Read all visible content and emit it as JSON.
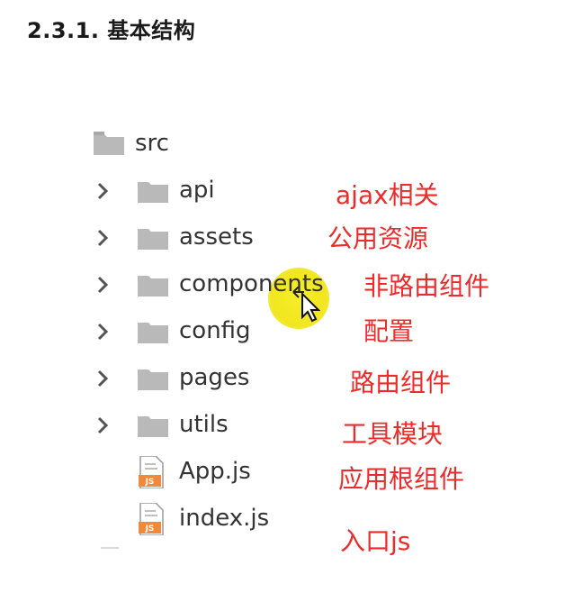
{
  "heading": "2.3.1.  基本结构",
  "root": {
    "label": "src",
    "icon": "folder-icon"
  },
  "items": [
    {
      "label": "api",
      "type": "folder",
      "note": "ajax相关"
    },
    {
      "label": "assets",
      "type": "folder",
      "note": "公用资源"
    },
    {
      "label": "components",
      "type": "folder",
      "note": "非路由组件"
    },
    {
      "label": "config",
      "type": "folder",
      "note": "配置"
    },
    {
      "label": "pages",
      "type": "folder",
      "note": "路由组件"
    },
    {
      "label": "utils",
      "type": "folder",
      "note": "工具模块"
    },
    {
      "label": "App.js",
      "type": "js-file",
      "note": "应用根组件"
    },
    {
      "label": "index.js",
      "type": "js-file",
      "note": "入口js"
    }
  ],
  "js_badge": "JS",
  "colors": {
    "note": "#ee2b2b",
    "folder": "#b7b7b7",
    "js_badge": "#f08a3a",
    "cursor_highlight": "#f1e61f"
  }
}
